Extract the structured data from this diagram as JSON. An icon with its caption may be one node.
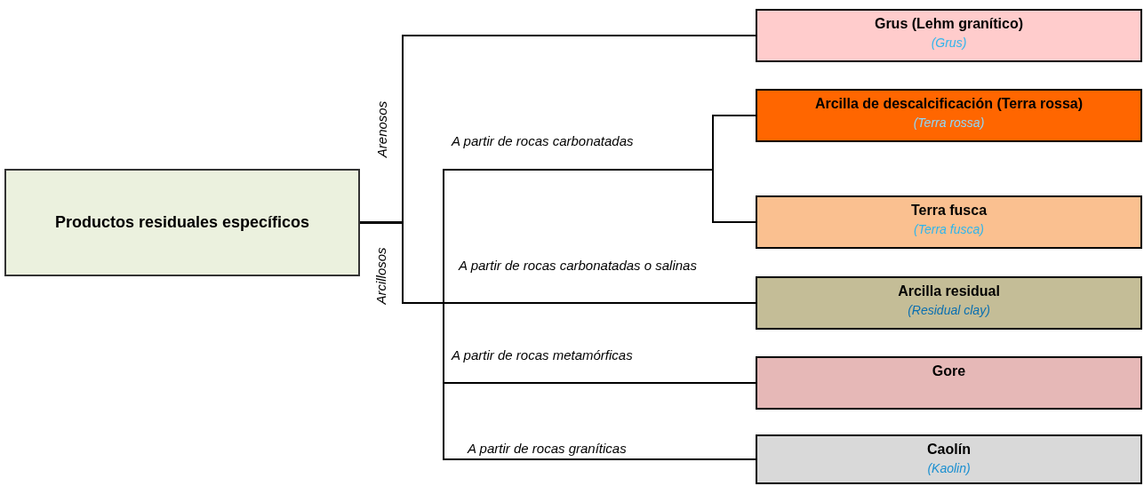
{
  "diagram": {
    "nodes": [
      {
        "text": [
          "Productos residuales específicos"
        ]
      },
      {
        "text": [
          "Grus (Lehm granítico)",
          "(Grus)"
        ]
      },
      {
        "text": [
          "Arcilla de descalcificación (Terra rossa)",
          "(Terra rossa)"
        ]
      },
      {
        "text": [
          "Terra fusca",
          "(Terra fusca)"
        ]
      },
      {
        "text": [
          "Arcilla residual",
          "(Residual clay)"
        ]
      },
      {
        "text": [
          "Gore"
        ]
      },
      {
        "text": [
          "Caolín",
          "(Kaolin)"
        ]
      }
    ],
    "edges": [
      {
        "from": 0,
        "to": 1,
        "arrow": "none",
        "label": "Arenosos"
      },
      {
        "from": 0,
        "to": 2,
        "arrow": "none"
      },
      {
        "from": 0,
        "to": 3,
        "arrow": "none"
      },
      {
        "from": 0,
        "to": 4,
        "arrow": "none",
        "label": "A partir de rocas carbonatadas o salinas"
      },
      {
        "from": 0,
        "to": 5,
        "arrow": "none",
        "label": "A partir de rocas metamórficas"
      },
      {
        "from": 0,
        "to": 6,
        "arrow": "none",
        "label": "A partir de rocas graníticas"
      }
    ],
    "labels": [
      "Arcillosos",
      "A partir de rocas carbonatadas"
    ]
  }
}
